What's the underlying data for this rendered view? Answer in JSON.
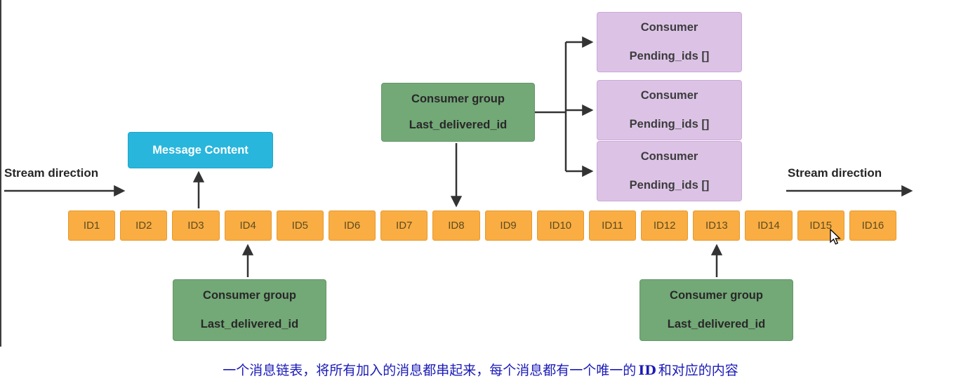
{
  "stream": {
    "direction_left": "Stream direction",
    "direction_right": "Stream direction",
    "ids": [
      "ID1",
      "ID2",
      "ID3",
      "ID4",
      "ID5",
      "ID6",
      "ID7",
      "ID8",
      "ID9",
      "ID10",
      "ID11",
      "ID12",
      "ID13",
      "ID14",
      "ID15",
      "ID16"
    ]
  },
  "message_content": {
    "label": "Message Content"
  },
  "consumer_group_top": {
    "title": "Consumer group",
    "subtitle": "Last_delivered_id"
  },
  "consumer_group_left": {
    "title": "Consumer group",
    "subtitle": "Last_delivered_id"
  },
  "consumer_group_right": {
    "title": "Consumer group",
    "subtitle": "Last_delivered_id"
  },
  "consumers": [
    {
      "title": "Consumer",
      "subtitle": "Pending_ids []"
    },
    {
      "title": "Consumer",
      "subtitle": "Pending_ids []"
    },
    {
      "title": "Consumer",
      "subtitle": "Pending_ids []"
    }
  ],
  "caption": {
    "before": "一个消息链表，将所有加入的消息都串起来，每个消息都有一个唯一的",
    "highlight": "ID",
    "after": "和对应的内容"
  },
  "colors": {
    "id_box": "#F9AD42",
    "message_box": "#29B6DC",
    "group_box": "#73A877",
    "consumer_box": "#DCC3E6",
    "caption_text": "#1B1BB8",
    "arrow": "#333333"
  }
}
